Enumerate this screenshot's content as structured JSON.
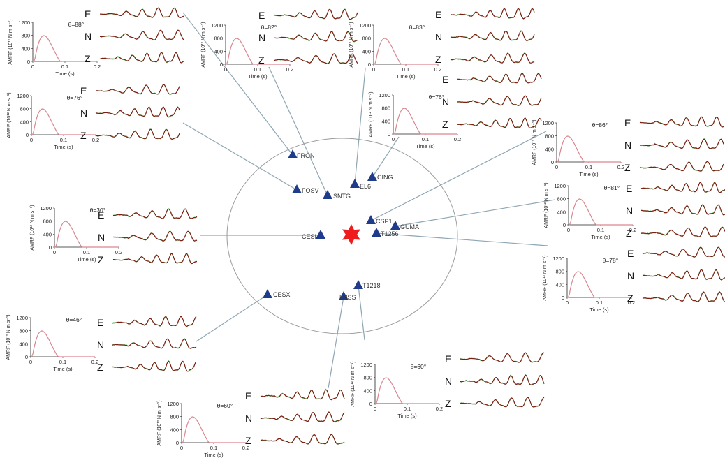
{
  "colors": {
    "station": "#1f3b8c",
    "epicenter": "#ee1c1c",
    "stf": "#d9868f",
    "obs": "#7a1f12",
    "syn": "#6cd07a",
    "leader": "#8ea6b4",
    "circle": "#9a9a9a",
    "axis": "#222222"
  },
  "labels": {
    "ylabel": "AMRF (10¹² N m s⁻¹)",
    "xlabel": "Time (s)",
    "components": [
      "E",
      "N",
      "Z"
    ]
  },
  "epicenter": {
    "name": "epicenter",
    "icon": "star-icon"
  },
  "stations": [
    {
      "name": "FRON"
    },
    {
      "name": "FOSV"
    },
    {
      "name": "SNTG"
    },
    {
      "name": "EL6"
    },
    {
      "name": "CING"
    },
    {
      "name": "CSP1"
    },
    {
      "name": "GUMA"
    },
    {
      "name": "CESI"
    },
    {
      "name": "T1256"
    },
    {
      "name": "T1218"
    },
    {
      "name": "LNSS"
    },
    {
      "name": "CESX"
    }
  ],
  "stf_panels": [
    {
      "station": "FRON",
      "theta": "θ=88°",
      "xticks": [
        "0",
        "0.1",
        "0.2"
      ],
      "yticks": [
        "0",
        "400",
        "800",
        "1200"
      ]
    },
    {
      "station": "SNTG",
      "theta": "θ=82°",
      "xticks": [
        "0",
        "0.1",
        "0.2"
      ],
      "yticks": [
        "0",
        "400",
        "800",
        "1200"
      ]
    },
    {
      "station": "EL6",
      "theta": "θ=83°",
      "xticks": [
        "0",
        "0.1",
        "0.2"
      ],
      "yticks": [
        "0",
        "400",
        "800",
        "1200"
      ]
    },
    {
      "station": "FOSV",
      "theta": "θ=76°",
      "xticks": [
        "0",
        "0.1",
        "0.2"
      ],
      "yticks": [
        "0",
        "400",
        "800",
        "1200"
      ]
    },
    {
      "station": "CING",
      "theta": "θ=76°",
      "xticks": [
        "0",
        "0.1",
        "0.2"
      ],
      "yticks": [
        "0",
        "400",
        "800",
        "1200"
      ]
    },
    {
      "station": "CSP1",
      "theta": "θ=86°",
      "xticks": [
        "0",
        "0.1",
        "0.2"
      ],
      "yticks": [
        "0",
        "400",
        "800",
        "1200"
      ]
    },
    {
      "station": "GUMA",
      "theta": "θ=81°",
      "xticks": [
        "0",
        "0.1",
        "0.2"
      ],
      "yticks": [
        "0",
        "400",
        "800",
        "1200"
      ]
    },
    {
      "station": "T1256",
      "theta": "θ=78°",
      "xticks": [
        "0",
        "0.1",
        "0.2"
      ],
      "yticks": [
        "0",
        "400",
        "800",
        "1200"
      ]
    },
    {
      "station": "CESI",
      "theta": "θ=30°",
      "xticks": [
        "0",
        "0.1",
        "0.2"
      ],
      "yticks": [
        "0",
        "400",
        "800",
        "1200"
      ]
    },
    {
      "station": "CESX",
      "theta": "θ=46°",
      "xticks": [
        "0",
        "0.1",
        "0.2"
      ],
      "yticks": [
        "0",
        "400",
        "800",
        "1200"
      ]
    },
    {
      "station": "LNSS",
      "theta": "θ=60°",
      "xticks": [
        "0",
        "0.1",
        "0.2"
      ],
      "yticks": [
        "0",
        "400",
        "800",
        "1200"
      ]
    },
    {
      "station": "T1218",
      "theta": "θ=60°",
      "xticks": [
        "0",
        "0.1",
        "0.2"
      ],
      "yticks": [
        "0",
        "400",
        "800",
        "1200"
      ]
    }
  ]
}
